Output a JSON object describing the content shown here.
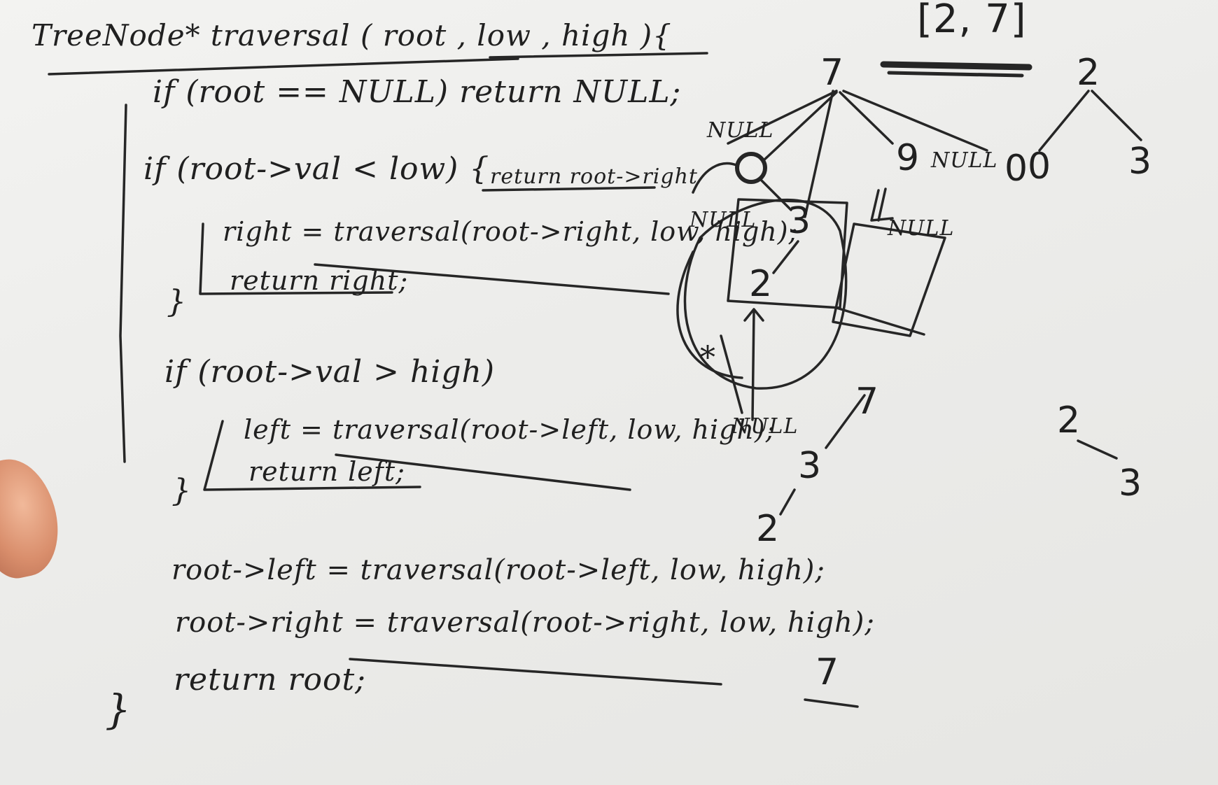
{
  "code": {
    "signature": "TreeNode* traversal ( root , low , high ){",
    "null_check": "if (root == NULL) return NULL;",
    "low_check": "if (root->val < low) {",
    "low_return_struck": "return root->right",
    "low_right": "right = traversal(root->right, low, high);",
    "low_return": "return right;",
    "low_close": "}",
    "high_check": "if (root->val > high)",
    "high_left": "left = traversal(root->left, low, high);",
    "high_return": "return left;",
    "high_close": "}",
    "assign_left": "root->left = traversal(root->left, low, high);",
    "assign_right": "root->right = traversal(root->right, low, high);",
    "return_root": "return root;",
    "end_brace": "}"
  },
  "diagram": {
    "range": "[2, 7]",
    "root": "7",
    "node_nine": "9",
    "node_zero": "0",
    "node_three": "3",
    "node_two": "2",
    "null_a": "NULL",
    "null_b": "NULL",
    "null_c": "NULL",
    "null_d": "NULL",
    "null_e": "NULL",
    "cross_mark": "*"
  },
  "result_tree": {
    "root": "2",
    "left": "0",
    "right": "3"
  },
  "lower_tree": {
    "root": "7",
    "child": "3",
    "grandchild": "2",
    "null_label": "NULL"
  },
  "right_tree": {
    "root": "2",
    "child": "3"
  },
  "final_tree": {
    "root": "7"
  }
}
